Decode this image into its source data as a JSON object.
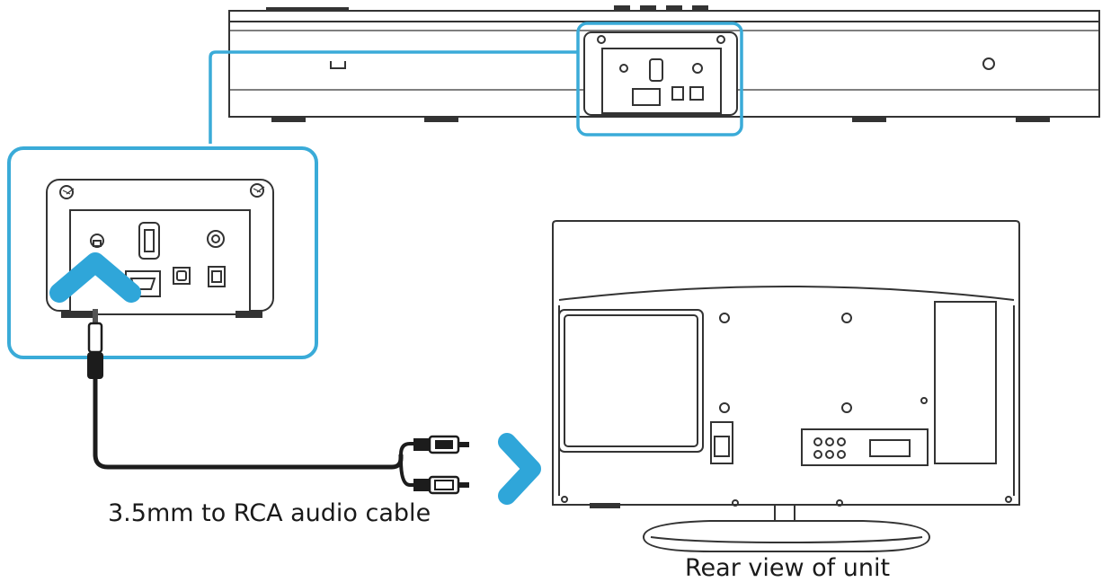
{
  "labels": {
    "cable": "3.5mm to RCA audio cable",
    "unit": "Rear view of unit"
  },
  "colors": {
    "line": "#333333",
    "highlight": "#3aabd8",
    "arrow": "#2fa6d9",
    "cable": "#1c1c1c"
  },
  "icons": {
    "soundbar": "soundbar-rear-panel",
    "zoom": "port-panel-zoom",
    "tv": "tv-rear-view",
    "arrow_up": "chevron-up-icon",
    "arrow_right": "chevron-right-icon"
  }
}
